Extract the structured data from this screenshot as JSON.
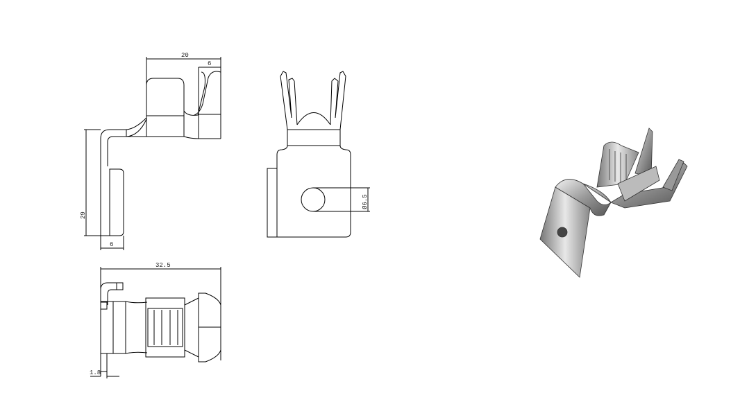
{
  "drawing": {
    "side_view": {
      "width_dim": "20",
      "fork_dim": "6",
      "height_dim": "29",
      "leg_dim": "6"
    },
    "front_view": {
      "hole_dim": "Ø6.5"
    },
    "top_view": {
      "length_dim": "32.5",
      "thickness_dim": "1.8"
    },
    "render_colors": {
      "metal_light": "#e6e6e6",
      "metal_dark": "#6a6a6a"
    }
  }
}
